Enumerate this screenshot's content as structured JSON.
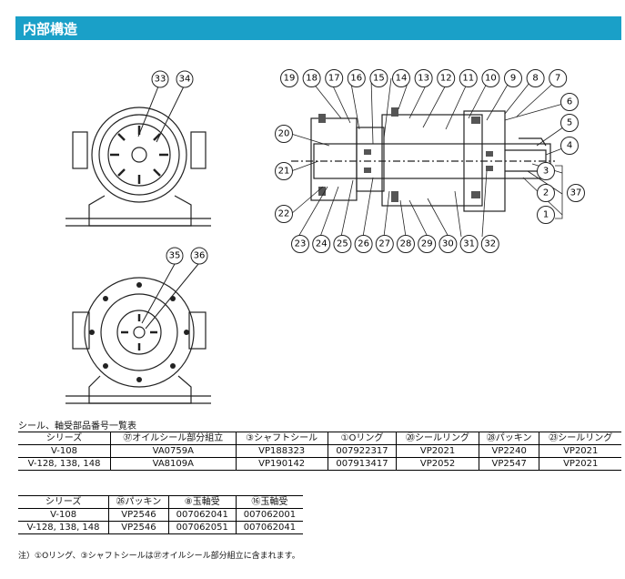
{
  "header": {
    "title": "内部構造"
  },
  "callouts_left_top": [
    "33",
    "34"
  ],
  "callouts_left_bottom": [
    "35",
    "36"
  ],
  "callouts_top": [
    "19",
    "18",
    "17",
    "16",
    "15",
    "14",
    "13",
    "12",
    "11",
    "10",
    "9",
    "8",
    "7"
  ],
  "callouts_right": [
    "6",
    "5",
    "4",
    "3",
    "2",
    "1"
  ],
  "callout_group": "37",
  "callouts_left_side": [
    "20",
    "21",
    "22"
  ],
  "callouts_bottom": [
    "23",
    "24",
    "25",
    "26",
    "27",
    "28",
    "29",
    "30",
    "31",
    "32"
  ],
  "table_caption": "シール、軸受部品番号一覧表",
  "table1": {
    "headers": [
      "シリーズ",
      "㊲オイルシール部分組立",
      "③シャフトシール",
      "①Oリング",
      "⑳シールリング",
      "㉘パッキン",
      "㉓シールリング"
    ],
    "rows": [
      [
        "V-108",
        "VA0759A",
        "VP188323",
        "007922317",
        "VP2021",
        "VP2240",
        "VP2021"
      ],
      [
        "V-128, 138, 148",
        "VA8109A",
        "VP190142",
        "007913417",
        "VP2052",
        "VP2547",
        "VP2021"
      ]
    ]
  },
  "table2": {
    "headers": [
      "シリーズ",
      "㉖パッキン",
      "⑧玉軸受",
      "⑯玉軸受"
    ],
    "rows": [
      [
        "V-108",
        "VP2546",
        "007062041",
        "007062001"
      ],
      [
        "V-128, 138, 148",
        "VP2546",
        "007062051",
        "007062041"
      ]
    ]
  },
  "note": "注）①Oリング、③シャフトシールは㊲オイルシール部分組立に含まれます。"
}
